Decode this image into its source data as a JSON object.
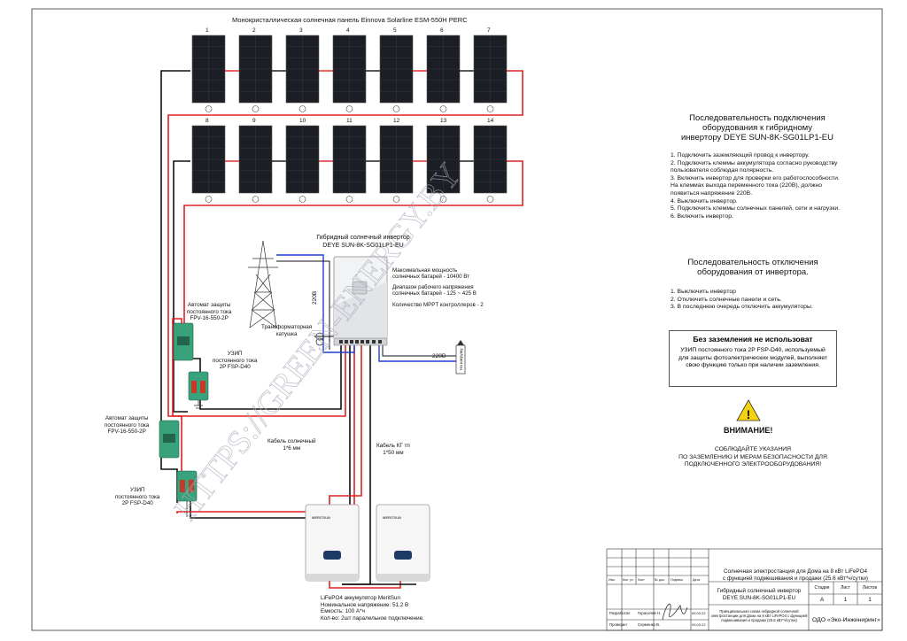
{
  "panel_title": "Монокристаллическая  солнечная панель Einnova Solarline ESM-550H PERC",
  "panel_numbers_top": [
    "1",
    "2",
    "3",
    "4",
    "5",
    "6",
    "7"
  ],
  "panel_numbers_bottom": [
    "8",
    "9",
    "10",
    "11",
    "12",
    "13",
    "14"
  ],
  "inverter_title_line1": "Гибридный солнечный инвертор",
  "inverter_title_line2": "DEYE SUN-8K-SG01LP1-EU",
  "inverter_specs": [
    "Максимальная мощность",
    "солнечных батарей - 10400 Вт",
    "Диапазон рабочего напряжения",
    "солнечных батарей - 125 ~ 425 В",
    "Количество MPPT контроллеров - 2"
  ],
  "voltage_220_vertical": "220В",
  "voltage_220_out": "220В",
  "load_label": "На нагрузку",
  "transformer_line1": "Трансформаторная",
  "transformer_line2": "катушка",
  "breaker1_line1": "Автомат защиты",
  "breaker1_line2": "постоянного тока",
  "breaker1_line3": "FPV-16-550-2P",
  "uzip1_line1": "УЗИП",
  "uzip1_line2": "постоянного тока",
  "uzip1_line3": "2P FSP-D40",
  "breaker2_line1": "Автомат защиты",
  "breaker2_line2": "постоянного тока",
  "breaker2_line3": "FPV-16-550-2P",
  "uzip2_line1": "УЗИП",
  "uzip2_line2": "постоянного тока",
  "uzip2_line3": "2P FSP-D40",
  "cable_solar_line1": "Кабель солнечный",
  "cable_solar_line2": "1*6 мм",
  "cable_kg_line1": "Кабель  КГ тп",
  "cable_kg_line2": "1*50 мм",
  "battery_brand": "MERITSUN",
  "battery_info": [
    "LiFePO4 аккумулятор MeritSun",
    "Номинальное напряжение: 51.2 В",
    "Емкость: 100 А*ч",
    "Кол-во: 2шт паралельное подключение."
  ],
  "connect_title": [
    "Последовательность подключения",
    "оборудования к гибридному",
    "инвертору DEYE SUN-8K-SG01LP1-EU"
  ],
  "connect_steps": [
    "1. Подключить заземляющий провод к инвертору.",
    "2. Подключить клеммы аккумулятора согласно руководству пользователя соблюдая полярность.",
    "3. Включить инвертор для проверки его работоспособности. На клеммах выхода переменного тока (220В), должно появиться напряжение 220В.",
    "4. Выключить инвертор.",
    "5. Подключить клеммы солнечных панелей, сети и нагрузки.",
    "6. Включить инвертор."
  ],
  "disconnect_title": [
    "Последовательность отключения",
    "оборудования от инвертора."
  ],
  "disconnect_steps": [
    "1. Выключить инвертор",
    "2. Отключить солнечные панели и сеть.",
    "3. В последнюю очередь отключить аккумуляторы."
  ],
  "no_ground_title": "Без заземления не использоват",
  "no_ground_text": "УЗИП постоянного тока 2P FSP-D40, используемый для защиты фотоэлектрических модулей, выполняет свою функцию только при наличии заземления.",
  "attention_title": "ВНИМАНИЕ!",
  "attention_text": [
    "СОБЛЮДАЙТЕ УКАЗАНИЯ",
    "ПО ЗАЗЕМЛЕНИЮ И МЕРАМ БЕЗОПАСНОСТИ ДЛЯ",
    "ПОДКЛЮЧЕННОГО ЭЛЕКТРООБОРУДОВАНИЯ!"
  ],
  "watermark": "HTTPS://GREEN-ENERGY.BY",
  "stamp": {
    "project_line1": "Солнечная электростанция для Дома на 8 кВт LiFePO4",
    "project_line2": "с функцией подмешивания и продажи (25.6 кВт*ч/сутки)",
    "name_line1": "Гибридный солнечный инвертор",
    "name_line2": "DEYE SUN-8K-SG01LP1-EU",
    "stage_h": "Стадия",
    "sheet_h": "Лист",
    "sheets_h": "Листов",
    "stage": "А",
    "sheet": "1",
    "sheets": "1",
    "desc": "Принципиальная схема гибридной солнечной электростанции для Дома на 8 кВт LiFePO4 с функцией подмешивания и продажи (25.6 кВт*ч/сутки)",
    "company": "ОДО «Эко-Инжиниринг»",
    "col_headers": [
      "Изм",
      "Кол. уч",
      "Лист",
      "№ док.",
      "Подпись",
      "Дата"
    ],
    "developed_label": "Разработал",
    "developed_name": "Герасичев Н.",
    "checked_label": "Проверил",
    "checked_name": "Серменко В.",
    "date1": "09.03.22",
    "date2": "09.03.22"
  },
  "colors": {
    "positive": "#e02020",
    "negative": "#111111",
    "ac": "#1f3fd0",
    "panel": "#1b1e24"
  }
}
